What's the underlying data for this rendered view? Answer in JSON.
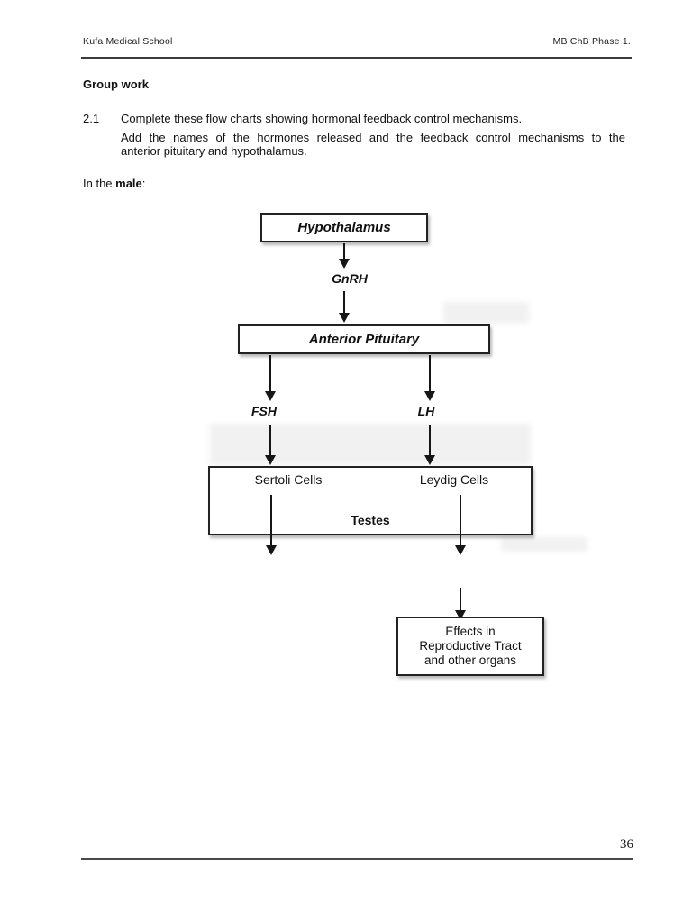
{
  "header": {
    "left": "Kufa Medical School",
    "right": "MB ChB Phase 1."
  },
  "body": {
    "section_title": "Group work",
    "item_number": "2.1",
    "item_text": "Complete these flow charts showing hormonal feedback control mechanisms.",
    "item_detail_line1": "Add the names of the hormones released and the feedback control mechanisms to the",
    "item_detail_line2": "anterior pituitary and hypothalamus.",
    "intro_prefix": "In the ",
    "intro_bold": "male",
    "intro_suffix": ":"
  },
  "flowchart": {
    "hypothalamus": "Hypothalamus",
    "gnrh": "GnRH",
    "anterior_pituitary": "Anterior Pituitary",
    "fsh": "FSH",
    "lh": "LH",
    "sertoli_cells": "Sertoli Cells",
    "leydig_cells": "Leydig Cells",
    "testes": "Testes",
    "effects_line1": "Effects in",
    "effects_line2": "Reproductive Tract",
    "effects_line3": "and other organs"
  },
  "footer": {
    "page_number": "36"
  }
}
